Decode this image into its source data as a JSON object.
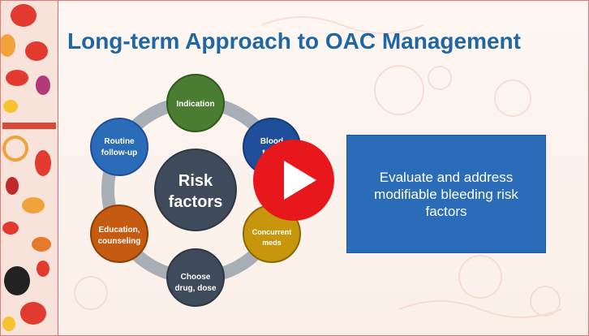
{
  "slide": {
    "title": "Long-term Approach to OAC Management",
    "center_label_line1": "Risk",
    "center_label_line2": "factors",
    "cycle_nodes": [
      {
        "line1": "Indication",
        "line2": ""
      },
      {
        "line1": "Blood",
        "line2": "tests"
      },
      {
        "line1": "Concurrent",
        "line2": "meds"
      },
      {
        "line1": "Choose",
        "line2": "drug, dose"
      },
      {
        "line1": "Education,",
        "line2": "counseling"
      },
      {
        "line1": "Routine",
        "line2": "follow-up"
      }
    ],
    "callout_text": "Evaluate and address modifiable bleeding risk factors"
  },
  "colors": {
    "title": "#1f67a3",
    "center": "#3f4a5a",
    "ring": "#a8aeb6",
    "indication": "#4a7d32",
    "blood_tests": "#1f4e9a",
    "concurrent_meds": "#c8960c",
    "choose_drug": "#3f4a5a",
    "education": "#c55a11",
    "follow_up": "#2a6cb8",
    "callout": "#2a6cb8",
    "play_button": "#e8171c"
  },
  "video": {
    "play_icon": "play-icon"
  }
}
